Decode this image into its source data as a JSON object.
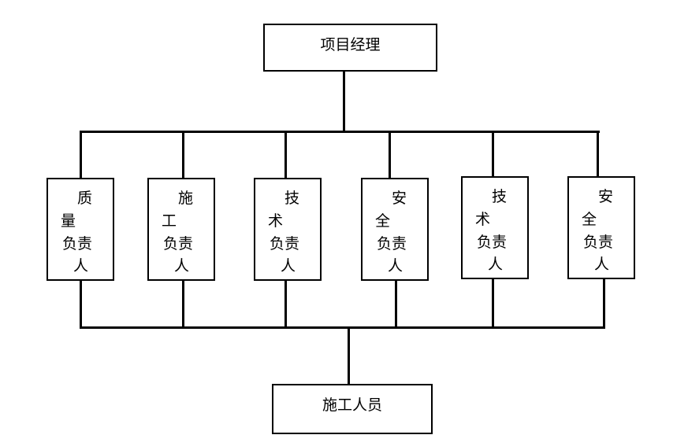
{
  "diagram": {
    "top": "项目经理",
    "bottom": "施工人员",
    "roles": [
      {
        "lines": [
          "质",
          "量",
          "负责",
          "人"
        ]
      },
      {
        "lines": [
          "施",
          "工",
          "负责",
          "人"
        ]
      },
      {
        "lines": [
          "技",
          "术",
          "负责",
          "人"
        ]
      },
      {
        "lines": [
          "安",
          "全",
          "负责",
          "人"
        ]
      },
      {
        "lines": [
          "技",
          "术",
          "负责",
          "人"
        ]
      },
      {
        "lines": [
          "安",
          "全",
          "负责",
          "人"
        ]
      }
    ]
  }
}
